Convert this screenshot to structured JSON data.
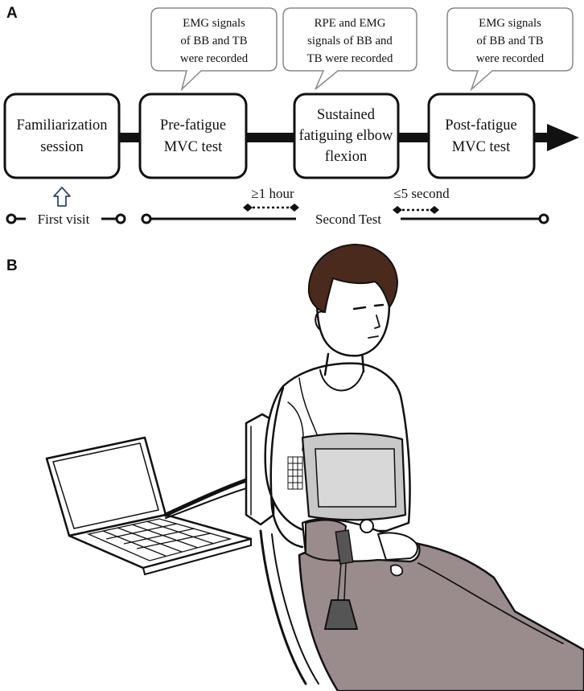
{
  "panels": {
    "a_label": "A",
    "b_label": "B"
  },
  "stages": [
    {
      "id": "familiarization",
      "lines": [
        "Familiarization",
        "session"
      ]
    },
    {
      "id": "pre-fatigue",
      "lines": [
        "Pre-fatigue",
        "MVC test"
      ]
    },
    {
      "id": "sustained",
      "lines": [
        "Sustained",
        "fatiguing elbow",
        "flexion"
      ]
    },
    {
      "id": "post-fatigue",
      "lines": [
        "Post-fatigue",
        "MVC test"
      ]
    }
  ],
  "callouts": [
    {
      "id": "pre",
      "lines": [
        "EMG signals",
        "of BB and TB",
        "were recorded"
      ]
    },
    {
      "id": "sustained",
      "lines": [
        "RPE and EMG",
        "signals of BB and",
        "TB were recorded"
      ]
    },
    {
      "id": "post",
      "lines": [
        "EMG signals",
        "of BB and TB",
        "were recorded"
      ]
    }
  ],
  "timeline": {
    "first_visit": "First visit",
    "second_test": "Second Test",
    "gap_one": "≥1 hour",
    "gap_two": "≤5 second"
  },
  "colors": {
    "ink": "#111111",
    "cuff": "#c8c8c8",
    "pants": "#9a8c8c",
    "hair": "#4a2a1c",
    "arrow_outline": "#2c4a6a"
  },
  "icons": [
    "up-arrow-icon",
    "timeline-end-dot-icon",
    "laptop-illustration",
    "seated-participant-illustration"
  ]
}
